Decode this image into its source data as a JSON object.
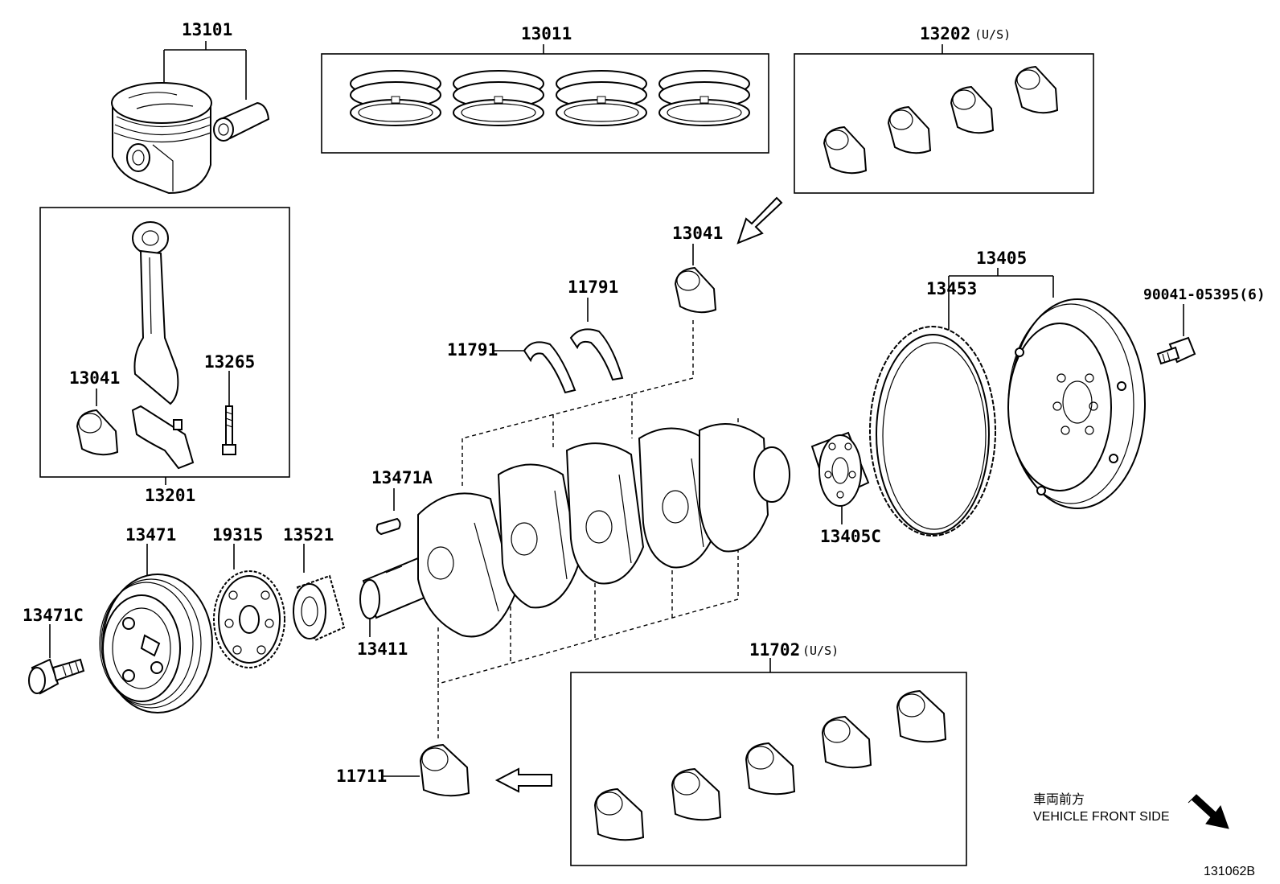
{
  "callouts": [
    {
      "id": "13101",
      "sub": ""
    },
    {
      "id": "13011",
      "sub": ""
    },
    {
      "id": "13202",
      "sub": "(U/S)"
    },
    {
      "id": "13041",
      "sub": ""
    },
    {
      "id": "13405",
      "sub": ""
    },
    {
      "id": "13453",
      "sub": ""
    },
    {
      "id": "90041-05395(6)",
      "sub": ""
    },
    {
      "id": "11791",
      "sub": ""
    },
    {
      "id": "11791",
      "sub": ""
    },
    {
      "id": "13041",
      "sub": ""
    },
    {
      "id": "13265",
      "sub": ""
    },
    {
      "id": "13201",
      "sub": ""
    },
    {
      "id": "13471A",
      "sub": ""
    },
    {
      "id": "13471",
      "sub": ""
    },
    {
      "id": "19315",
      "sub": ""
    },
    {
      "id": "13521",
      "sub": ""
    },
    {
      "id": "13471C",
      "sub": ""
    },
    {
      "id": "13411",
      "sub": ""
    },
    {
      "id": "13405C",
      "sub": ""
    },
    {
      "id": "11702",
      "sub": "(U/S)"
    },
    {
      "id": "11711",
      "sub": ""
    }
  ],
  "orientation": {
    "jp": "車両前方",
    "en": "VEHICLE FRONT SIDE"
  },
  "figure_code": "131062B"
}
